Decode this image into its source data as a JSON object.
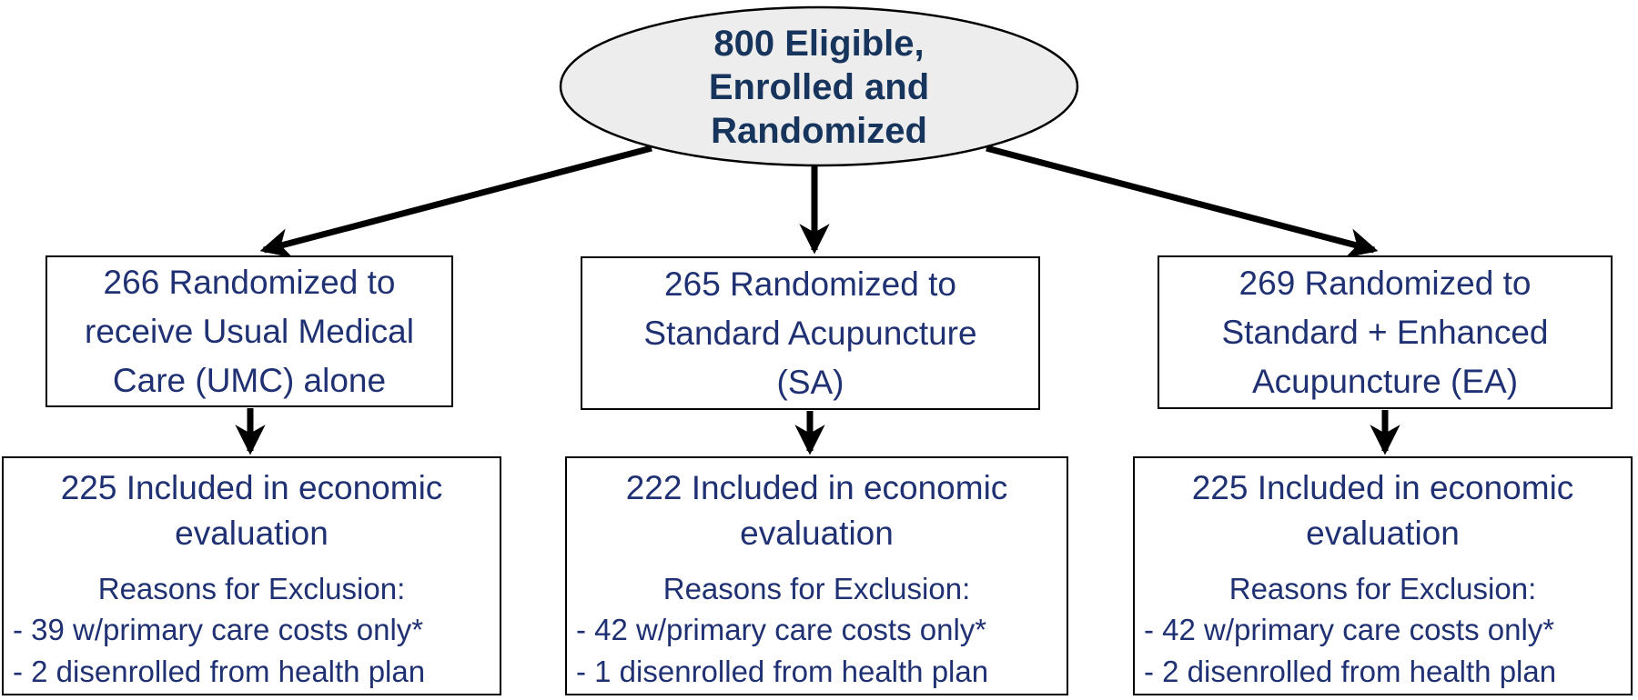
{
  "colors": {
    "background": "#ffffff",
    "stroke": "#000000",
    "ellipse_fill": "#ededee",
    "ellipse_text": "#17355c",
    "box_text": "#1f3173"
  },
  "flowchart": {
    "enrolled": {
      "n": 800,
      "lines": [
        "800 Eligible,",
        "Enrolled and",
        "Randomized"
      ]
    },
    "arms": [
      {
        "id": "UMC",
        "randomized_n": 266,
        "randomized_lines": [
          "266 Randomized to",
          "receive Usual Medical",
          "Care (UMC) alone"
        ],
        "included_n": 225,
        "included_lines": [
          "225 Included in economic",
          "evaluation"
        ],
        "exclusion_header": "Reasons for Exclusion:",
        "exclusions": [
          "- 39 w/primary care costs only*",
          "- 2 disenrolled from health plan"
        ]
      },
      {
        "id": "SA",
        "randomized_n": 265,
        "randomized_lines": [
          "265 Randomized to",
          "Standard Acupuncture",
          "(SA)"
        ],
        "included_n": 222,
        "included_lines": [
          "222 Included in economic",
          "evaluation"
        ],
        "exclusion_header": "Reasons for Exclusion:",
        "exclusions": [
          "- 42 w/primary care costs only*",
          "- 1 disenrolled from health plan"
        ]
      },
      {
        "id": "EA",
        "randomized_n": 269,
        "randomized_lines": [
          "269 Randomized to",
          "Standard + Enhanced",
          "Acupuncture (EA)"
        ],
        "included_n": 225,
        "included_lines": [
          "225 Included in economic",
          "evaluation"
        ],
        "exclusion_header": "Reasons for Exclusion:",
        "exclusions": [
          "- 42 w/primary care costs only*",
          "- 2 disenrolled from health plan"
        ]
      }
    ]
  }
}
